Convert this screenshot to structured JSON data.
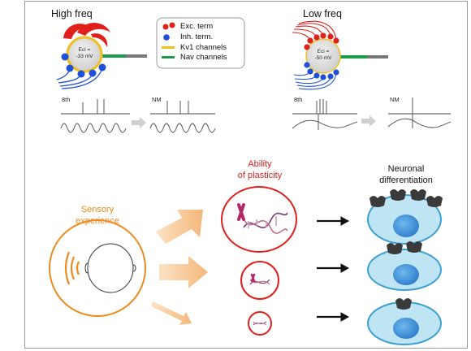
{
  "top": {
    "high_freq": {
      "title": "High freq",
      "eci_label": "Eci =",
      "eci_value": "-33 mV",
      "trace_left_label": "8th",
      "trace_right_label": "NM"
    },
    "low_freq": {
      "title": "Low freq",
      "eci_label": "Eci =",
      "eci_value": "-50 mV",
      "trace_left_label": "8th",
      "trace_right_label": "NM"
    },
    "legend": {
      "items": [
        {
          "label": "Exc. term",
          "color": "#e0201c"
        },
        {
          "label": "Inh. term.",
          "color": "#1f4fd8"
        },
        {
          "label": "Kv1 channels",
          "color": "#f0c020"
        },
        {
          "label": "Nav channels",
          "color": "#1a9a4a"
        }
      ]
    }
  },
  "bottom": {
    "sensory_label_1": "Sensory",
    "sensory_label_2": "experience",
    "plasticity_label_1": "Ability",
    "plasticity_label_2": "of plasticity",
    "differentiation_label_1": "Neuronal",
    "differentiation_label_2": "differentiation"
  },
  "colors": {
    "excitatory": "#e0201c",
    "inhibitory": "#1f4fd8",
    "kv1": "#f0c020",
    "nav": "#1a9a4a",
    "sensory": "#f08a1e",
    "plasticity": "#e0201c",
    "cell_fill": "#bfe4f3",
    "cell_border": "#3aa0d0"
  }
}
